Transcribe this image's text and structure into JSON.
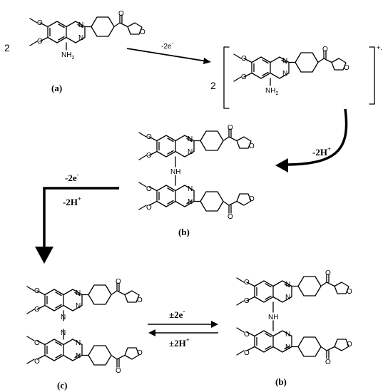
{
  "coefficients": {
    "reactant": "2",
    "radical": "2"
  },
  "radical_charge": "+.",
  "labels": {
    "a": "(a)",
    "b_mid": "(b)",
    "c": "(c)",
    "b_right": "(b)"
  },
  "arrows": {
    "step1": "-2e",
    "step1_sup": "-",
    "step2": "-2H",
    "step2_sup": "+",
    "step3a": "-2e",
    "step3a_sup": "-",
    "step3b": "-2H",
    "step3b_sup": "+",
    "eq1": "±2e",
    "eq1_sup": "-",
    "eq2": "±2H",
    "eq2_sup": "+"
  },
  "atoms": {
    "nitrogen": "N",
    "oxygen": "O",
    "amine": "NH",
    "amine_sub": "2",
    "hydrazo": "NH"
  }
}
